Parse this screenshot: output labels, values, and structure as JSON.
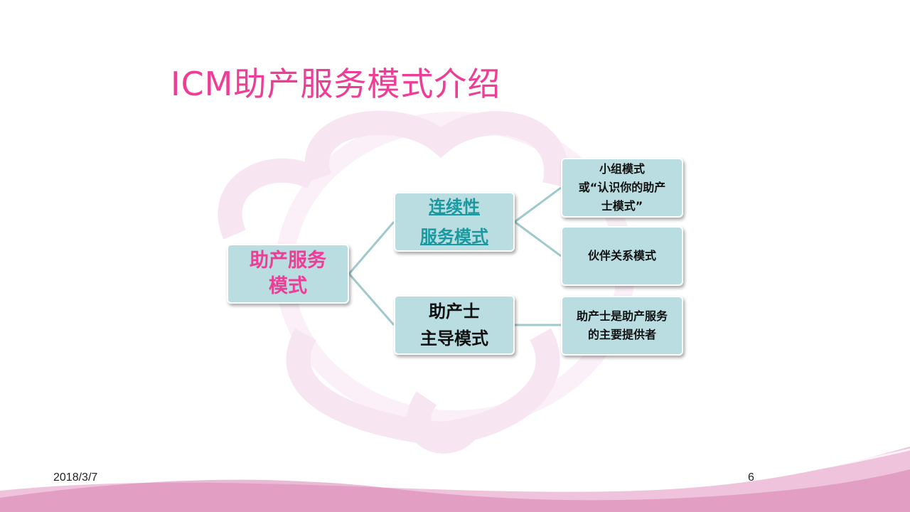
{
  "title": "ICM助产服务模式介绍",
  "diagram": {
    "root": {
      "line1": "助产服务",
      "line2": "模式"
    },
    "branch_continuity": {
      "line1": "连续性",
      "line2": "服务模式"
    },
    "branch_midwife": {
      "line1": "助产士",
      "line2": "主导模式"
    },
    "leaf_group": {
      "line1": "小组模式",
      "line2": "或“认识你的助产",
      "line3": "士模式”"
    },
    "leaf_partnership": {
      "line1": "伙伴关系模式"
    },
    "leaf_provider": {
      "line1": "助产士是助产服务",
      "line2": "的主要提供者"
    }
  },
  "footer": {
    "date": "2018/3/7",
    "page": "6"
  },
  "colors": {
    "title": "#ee3d96",
    "box_fill": "#b9dde0",
    "link": "#1a9aa0",
    "connector": "#9fc9cc",
    "watermark": "#f7e3f0",
    "wave_dark": "#d97fb0",
    "wave_light": "#efc3dc"
  }
}
